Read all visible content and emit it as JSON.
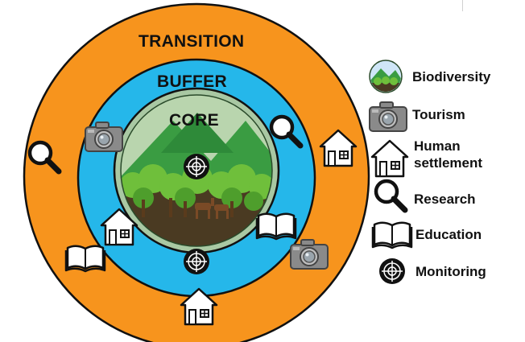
{
  "zones": {
    "transition": "TRANSITION",
    "buffer": "BUFFER",
    "core": "CORE"
  },
  "colors": {
    "transition": "#f7941d",
    "buffer": "#25b7ea",
    "core_outer": "#a9c8a3",
    "outline": "#111111"
  },
  "legend": [
    {
      "icon": "biodiversity-icon",
      "label": "Biodiversity"
    },
    {
      "icon": "camera-icon",
      "label": "Tourism"
    },
    {
      "icon": "house-icon",
      "label": "Human\nsettlement"
    },
    {
      "icon": "magnifier-icon",
      "label": "Research"
    },
    {
      "icon": "book-icon",
      "label": "Education"
    },
    {
      "icon": "target-icon",
      "label": "Monitoring"
    }
  ]
}
